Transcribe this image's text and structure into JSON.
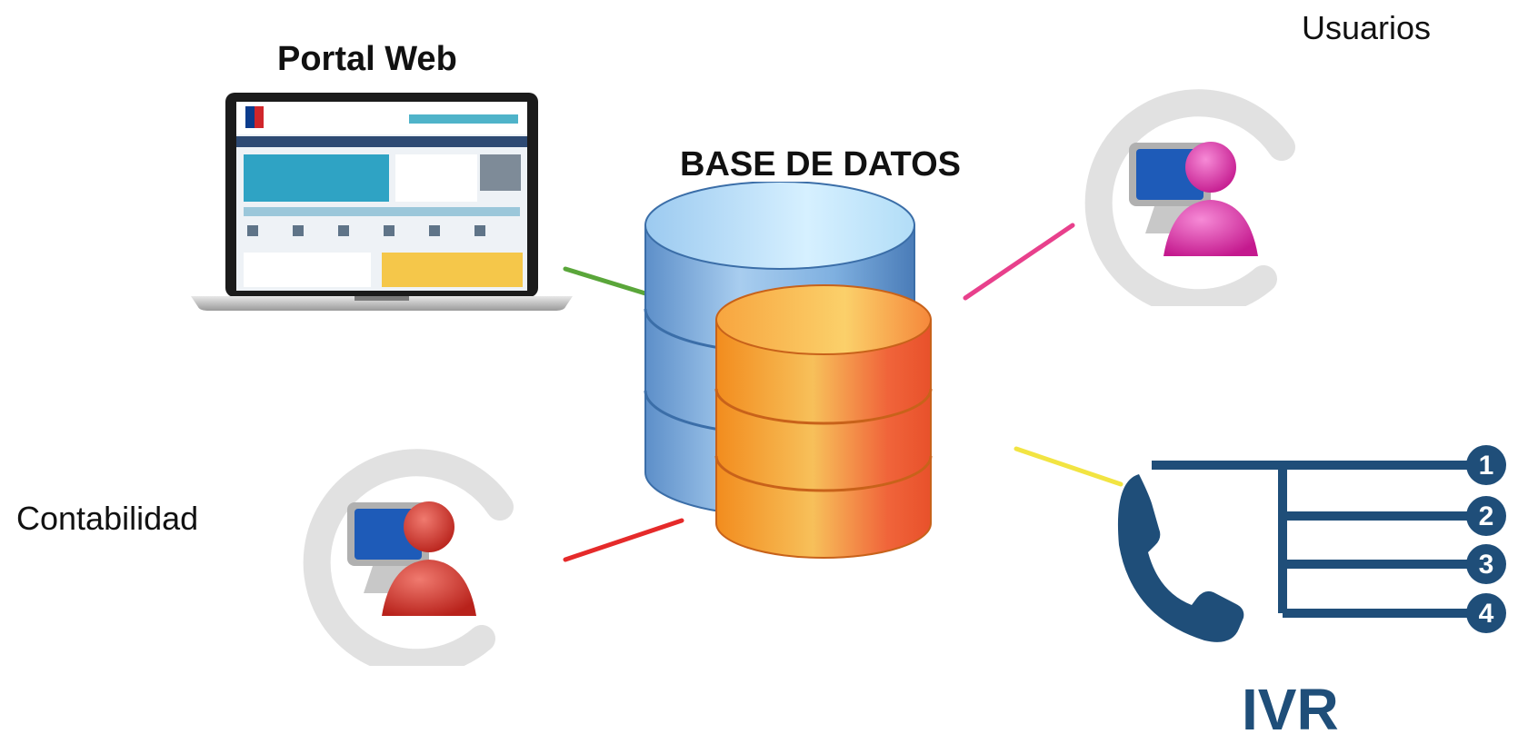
{
  "labels": {
    "portal": "Portal Web",
    "database": "BASE DE DATOS",
    "users": "Usuarios",
    "accounting": "Contabilidad",
    "ivr": "IVR"
  },
  "ivr_options": [
    "1",
    "2",
    "3",
    "4"
  ],
  "icons": {
    "portal": "laptop-icon",
    "database": "database-icon",
    "users": "user-computer-icon",
    "accounting": "user-computer-icon",
    "ivr": "phone-menu-icon"
  },
  "colors": {
    "link_portal": "#5aa63a",
    "link_users": "#e8408c",
    "link_accounting": "#e52a2a",
    "link_ivr": "#f2e442",
    "db_blue": "#9fcaec",
    "db_orange": "#f59a3a",
    "user_magenta": "#e23bb4",
    "user_red": "#d9352c",
    "ivr_blue": "#1f4e79"
  }
}
